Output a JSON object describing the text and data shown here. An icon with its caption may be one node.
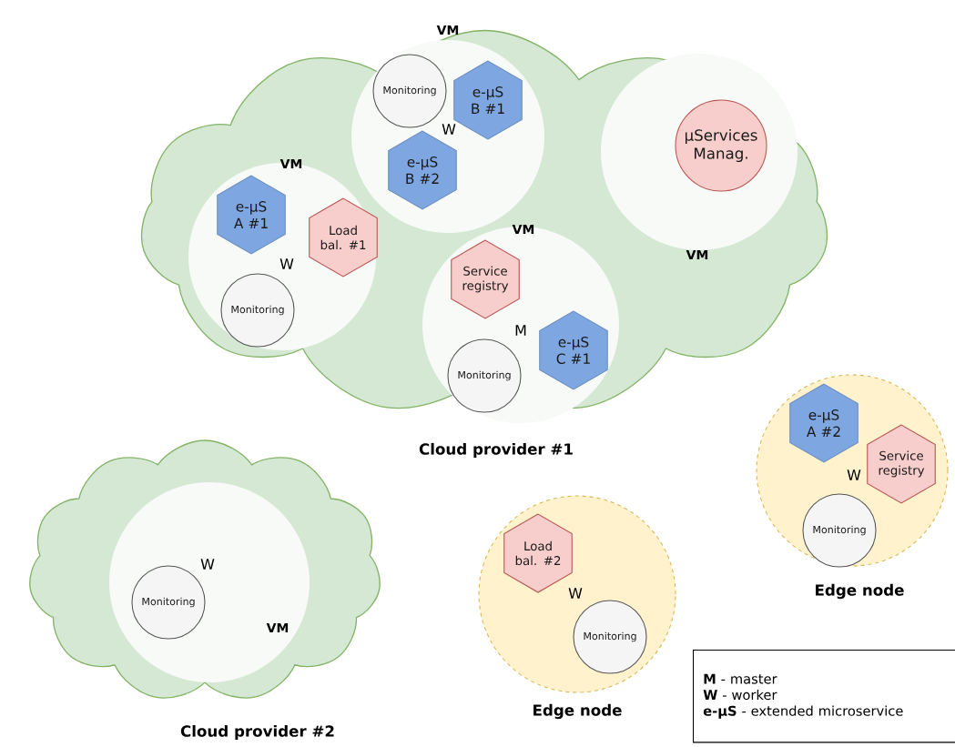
{
  "diagram": {
    "nodes": [
      {
        "text": [
          "Cloud provider #1"
        ]
      },
      {
        "text": [
          "VM",
          "W"
        ],
        "in": 0
      },
      {
        "text": [
          "Monitoring"
        ],
        "in": 1
      },
      {
        "text": [
          "e-µS B #1"
        ],
        "in": 1
      },
      {
        "text": [
          "e-µS B #2"
        ],
        "in": 1
      },
      {
        "text": [
          "VM"
        ],
        "in": 0
      },
      {
        "text": [
          "µServices Manag."
        ],
        "in": 5
      },
      {
        "text": [
          "VM",
          "W"
        ],
        "in": 0
      },
      {
        "text": [
          "e-µS A #1"
        ],
        "in": 7
      },
      {
        "text": [
          "Load bal. #1"
        ],
        "in": 7
      },
      {
        "text": [
          "Monitoring"
        ],
        "in": 7
      },
      {
        "text": [
          "VM",
          "M"
        ],
        "in": 0
      },
      {
        "text": [
          "Service registry"
        ],
        "in": 11
      },
      {
        "text": [
          "Monitoring"
        ],
        "in": 11
      },
      {
        "text": [
          "e-µS C #1"
        ],
        "in": 11
      },
      {
        "text": [
          "Cloud provider #2"
        ]
      },
      {
        "text": [
          "W",
          "VM"
        ],
        "in": 15
      },
      {
        "text": [
          "Monitoring"
        ],
        "in": 16
      },
      {
        "text": [
          "W",
          "Edge node"
        ]
      },
      {
        "text": [
          "Load bal. #2"
        ],
        "in": 18
      },
      {
        "text": [
          "Monitoring"
        ],
        "in": 18
      },
      {
        "text": [
          "W",
          "Edge node"
        ]
      },
      {
        "text": [
          "e-µS A #2"
        ],
        "in": 21
      },
      {
        "text": [
          "Service registry"
        ],
        "in": 21
      },
      {
        "text": [
          "Monitoring"
        ],
        "in": 21
      }
    ],
    "legend": [
      {
        "text": "**M** - master"
      },
      {
        "text": "**W** - worker"
      },
      {
        "text": "**e-µS** - extended microservice"
      }
    ]
  }
}
